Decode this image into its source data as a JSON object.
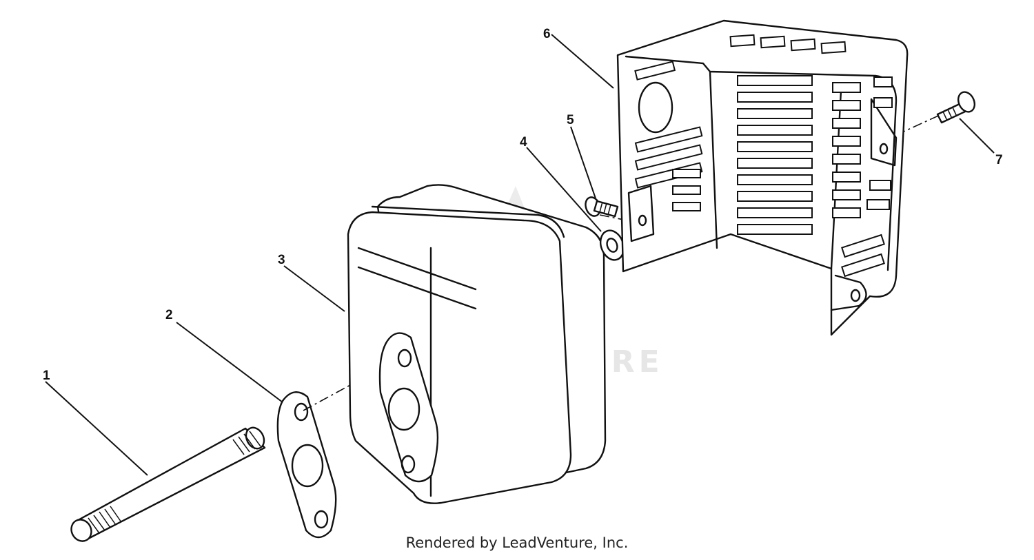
{
  "callouts": {
    "c1": "1",
    "c2": "2",
    "c3": "3",
    "c4": "4",
    "c5": "5",
    "c6": "6",
    "c7": "7"
  },
  "watermark": "LEADVENTURE",
  "footer": "Rendered by LeadVenture, Inc."
}
